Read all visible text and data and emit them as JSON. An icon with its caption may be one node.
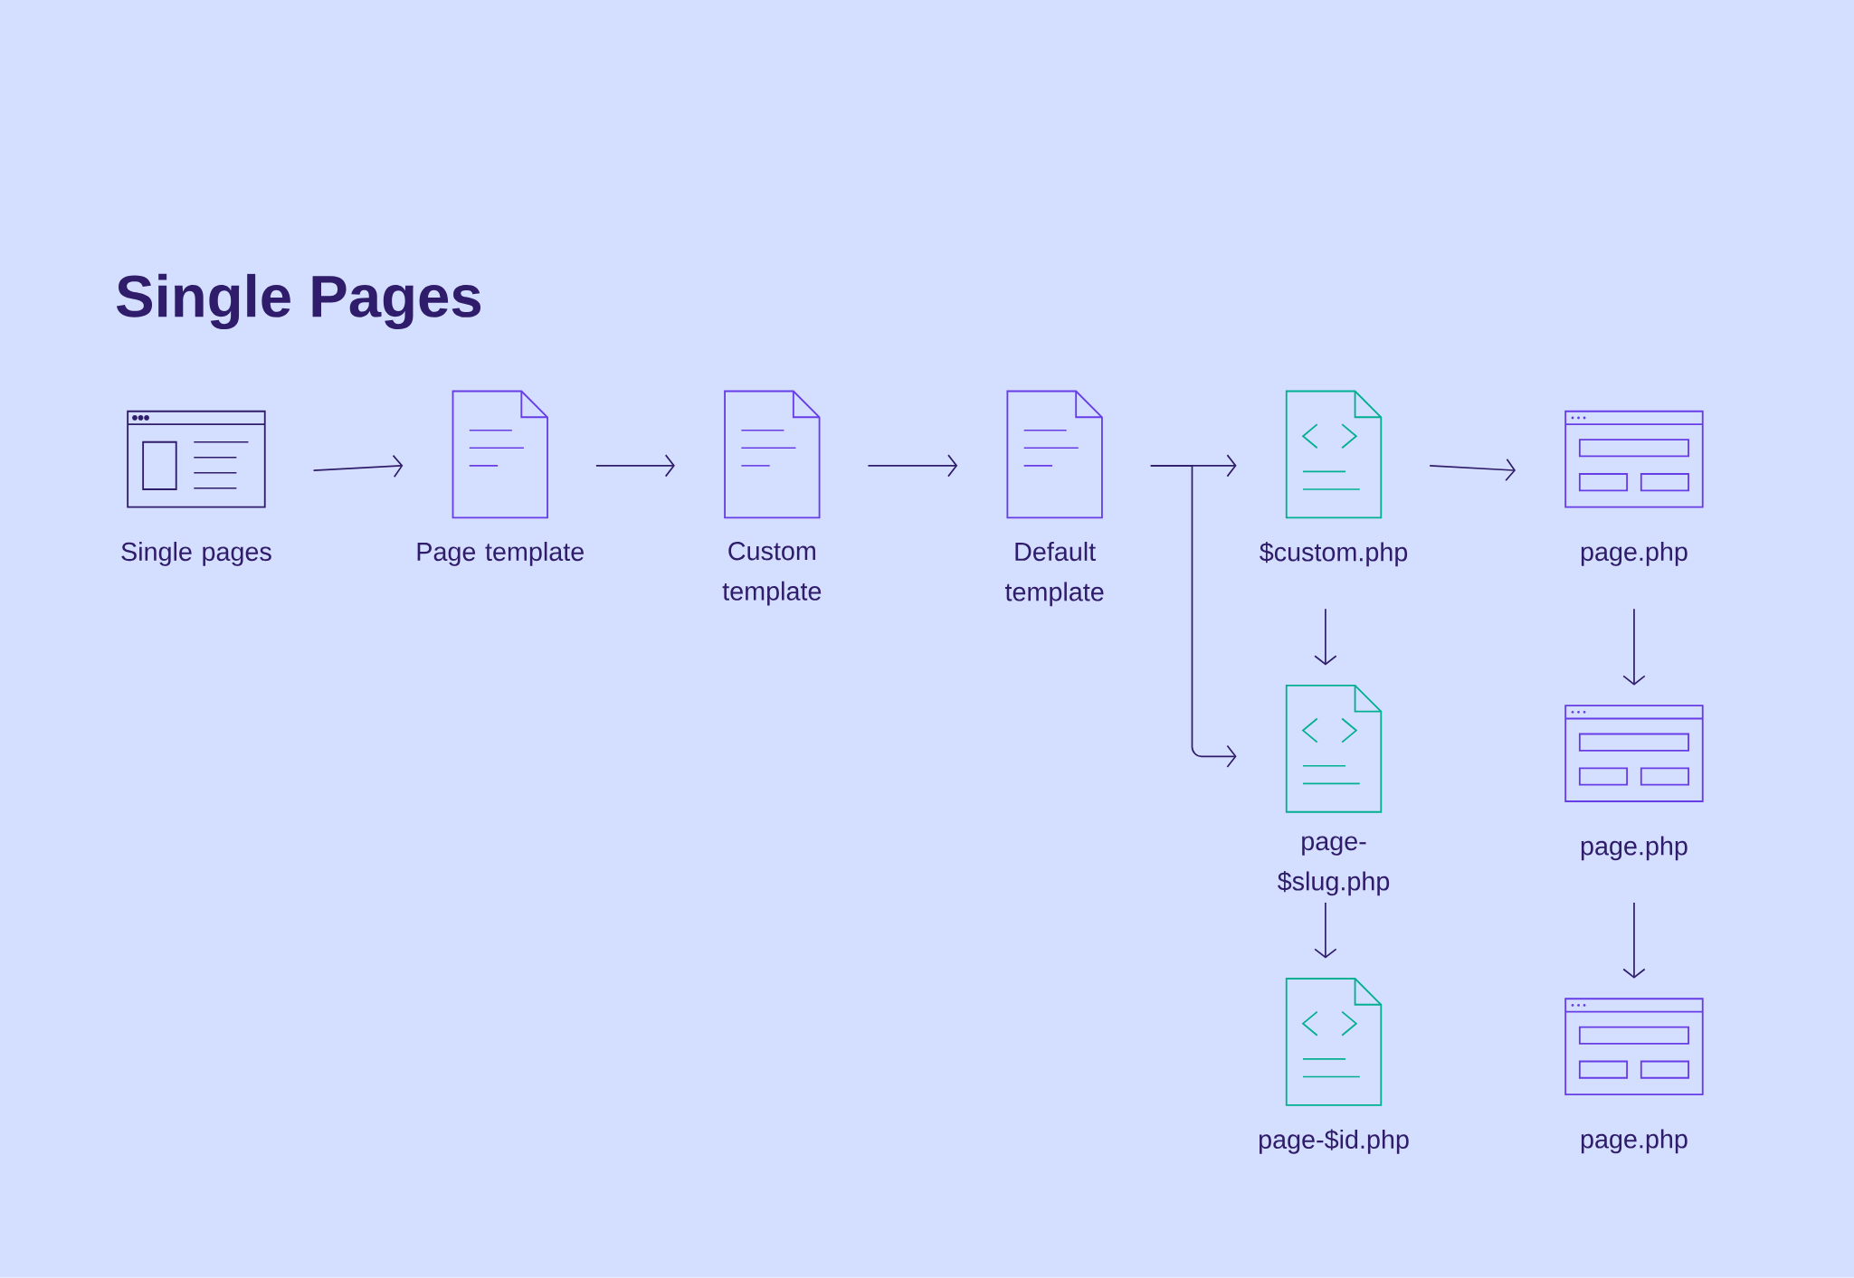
{
  "diagram": {
    "title": "Single Pages",
    "nodes": [
      {
        "text": [
          "Single pages"
        ]
      },
      {
        "text": [
          "Page template"
        ]
      },
      {
        "text": [
          "Custom template"
        ]
      },
      {
        "text": [
          "Default template"
        ]
      },
      {
        "text": [
          "$custom.php"
        ]
      },
      {
        "text": [
          "page.php"
        ]
      },
      {
        "text": [
          "page-$slug.php"
        ]
      },
      {
        "text": [
          "page.php"
        ]
      },
      {
        "text": [
          "page-$id.php"
        ]
      },
      {
        "text": [
          "page.php"
        ]
      }
    ],
    "edges": [
      {
        "from": 0,
        "to": 1,
        "arrow": "to"
      },
      {
        "from": 1,
        "to": 2,
        "arrow": "to"
      },
      {
        "from": 2,
        "to": 3,
        "arrow": "to"
      },
      {
        "from": 3,
        "to": 4,
        "arrow": "to"
      },
      {
        "from": 3,
        "to": 6,
        "arrow": "to"
      },
      {
        "from": 4,
        "to": 5,
        "arrow": "to"
      },
      {
        "from": 4,
        "to": 6,
        "arrow": "to"
      },
      {
        "from": 5,
        "to": 7,
        "arrow": "to"
      },
      {
        "from": 6,
        "to": 8,
        "arrow": "to"
      },
      {
        "from": 7,
        "to": 9,
        "arrow": "to"
      }
    ]
  }
}
